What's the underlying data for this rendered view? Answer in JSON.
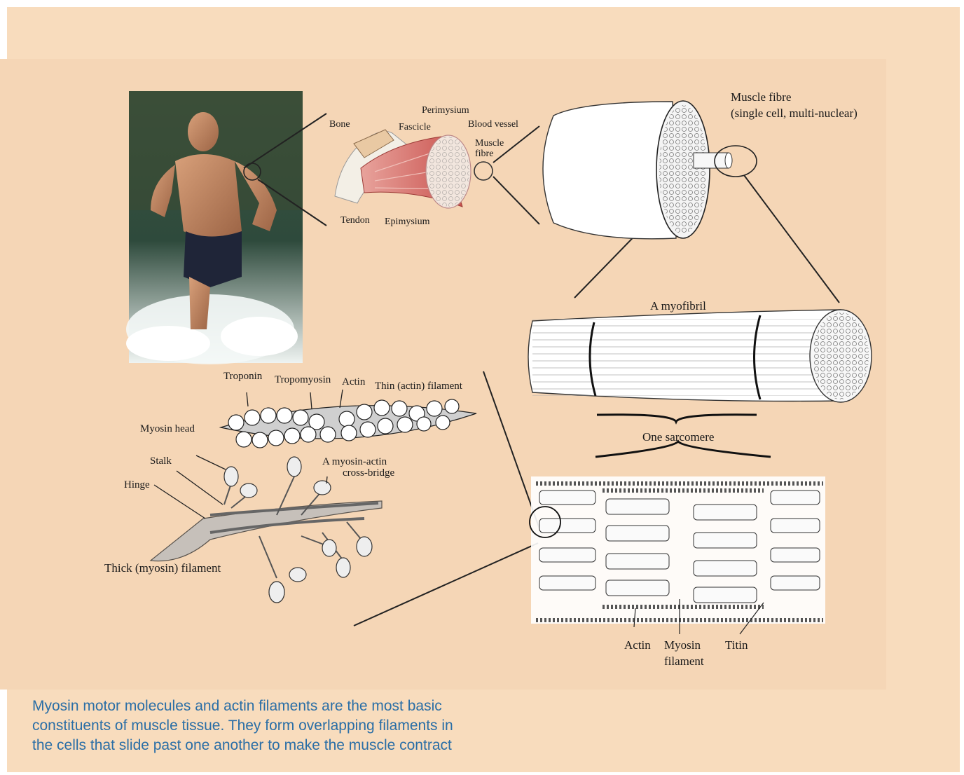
{
  "photo": {
    "icon": "runner-photo"
  },
  "muscle_labels": {
    "perimysium": "Perimysium",
    "bone": "Bone",
    "fascicle": "Fascicle",
    "blood_vessel": "Blood vessel",
    "muscle_fibre_line1": "Muscle",
    "muscle_fibre_line2": "fibre",
    "tendon": "Tendon",
    "epimysium": "Epimysium"
  },
  "fibre_labels": {
    "line1": "Muscle fibre",
    "line2": "(single cell, multi-nuclear)"
  },
  "myofibril_label": "A myofibril",
  "sarcomere_label": "One sarcomere",
  "sarcomere_bottom_labels": {
    "actin": "Actin",
    "myosin_line1": "Myosin",
    "myosin_line2": "filament",
    "titin": "Titin"
  },
  "filament_labels": {
    "troponin": "Troponin",
    "tropomyosin": "Tropomyosin",
    "actin": "Actin",
    "thin_filament": "Thin (actin) filament",
    "myosin_head": "Myosin head",
    "stalk": "Stalk",
    "cross_bridge_line1": "A myosin-actin",
    "cross_bridge_line2": "cross-bridge",
    "hinge": "Hinge",
    "thick_filament": "Thick (myosin) filament"
  },
  "caption": {
    "line1": "Myosin motor molecules and actin filaments are the most basic",
    "line2": "constituents of muscle tissue. They form overlapping filaments in",
    "line3": "the cells that slide past one another to make the muscle contract"
  },
  "colors": {
    "panel": "#f8dcbd",
    "caption_text": "#2a6ea6",
    "muscle_red": "#c9524e"
  }
}
